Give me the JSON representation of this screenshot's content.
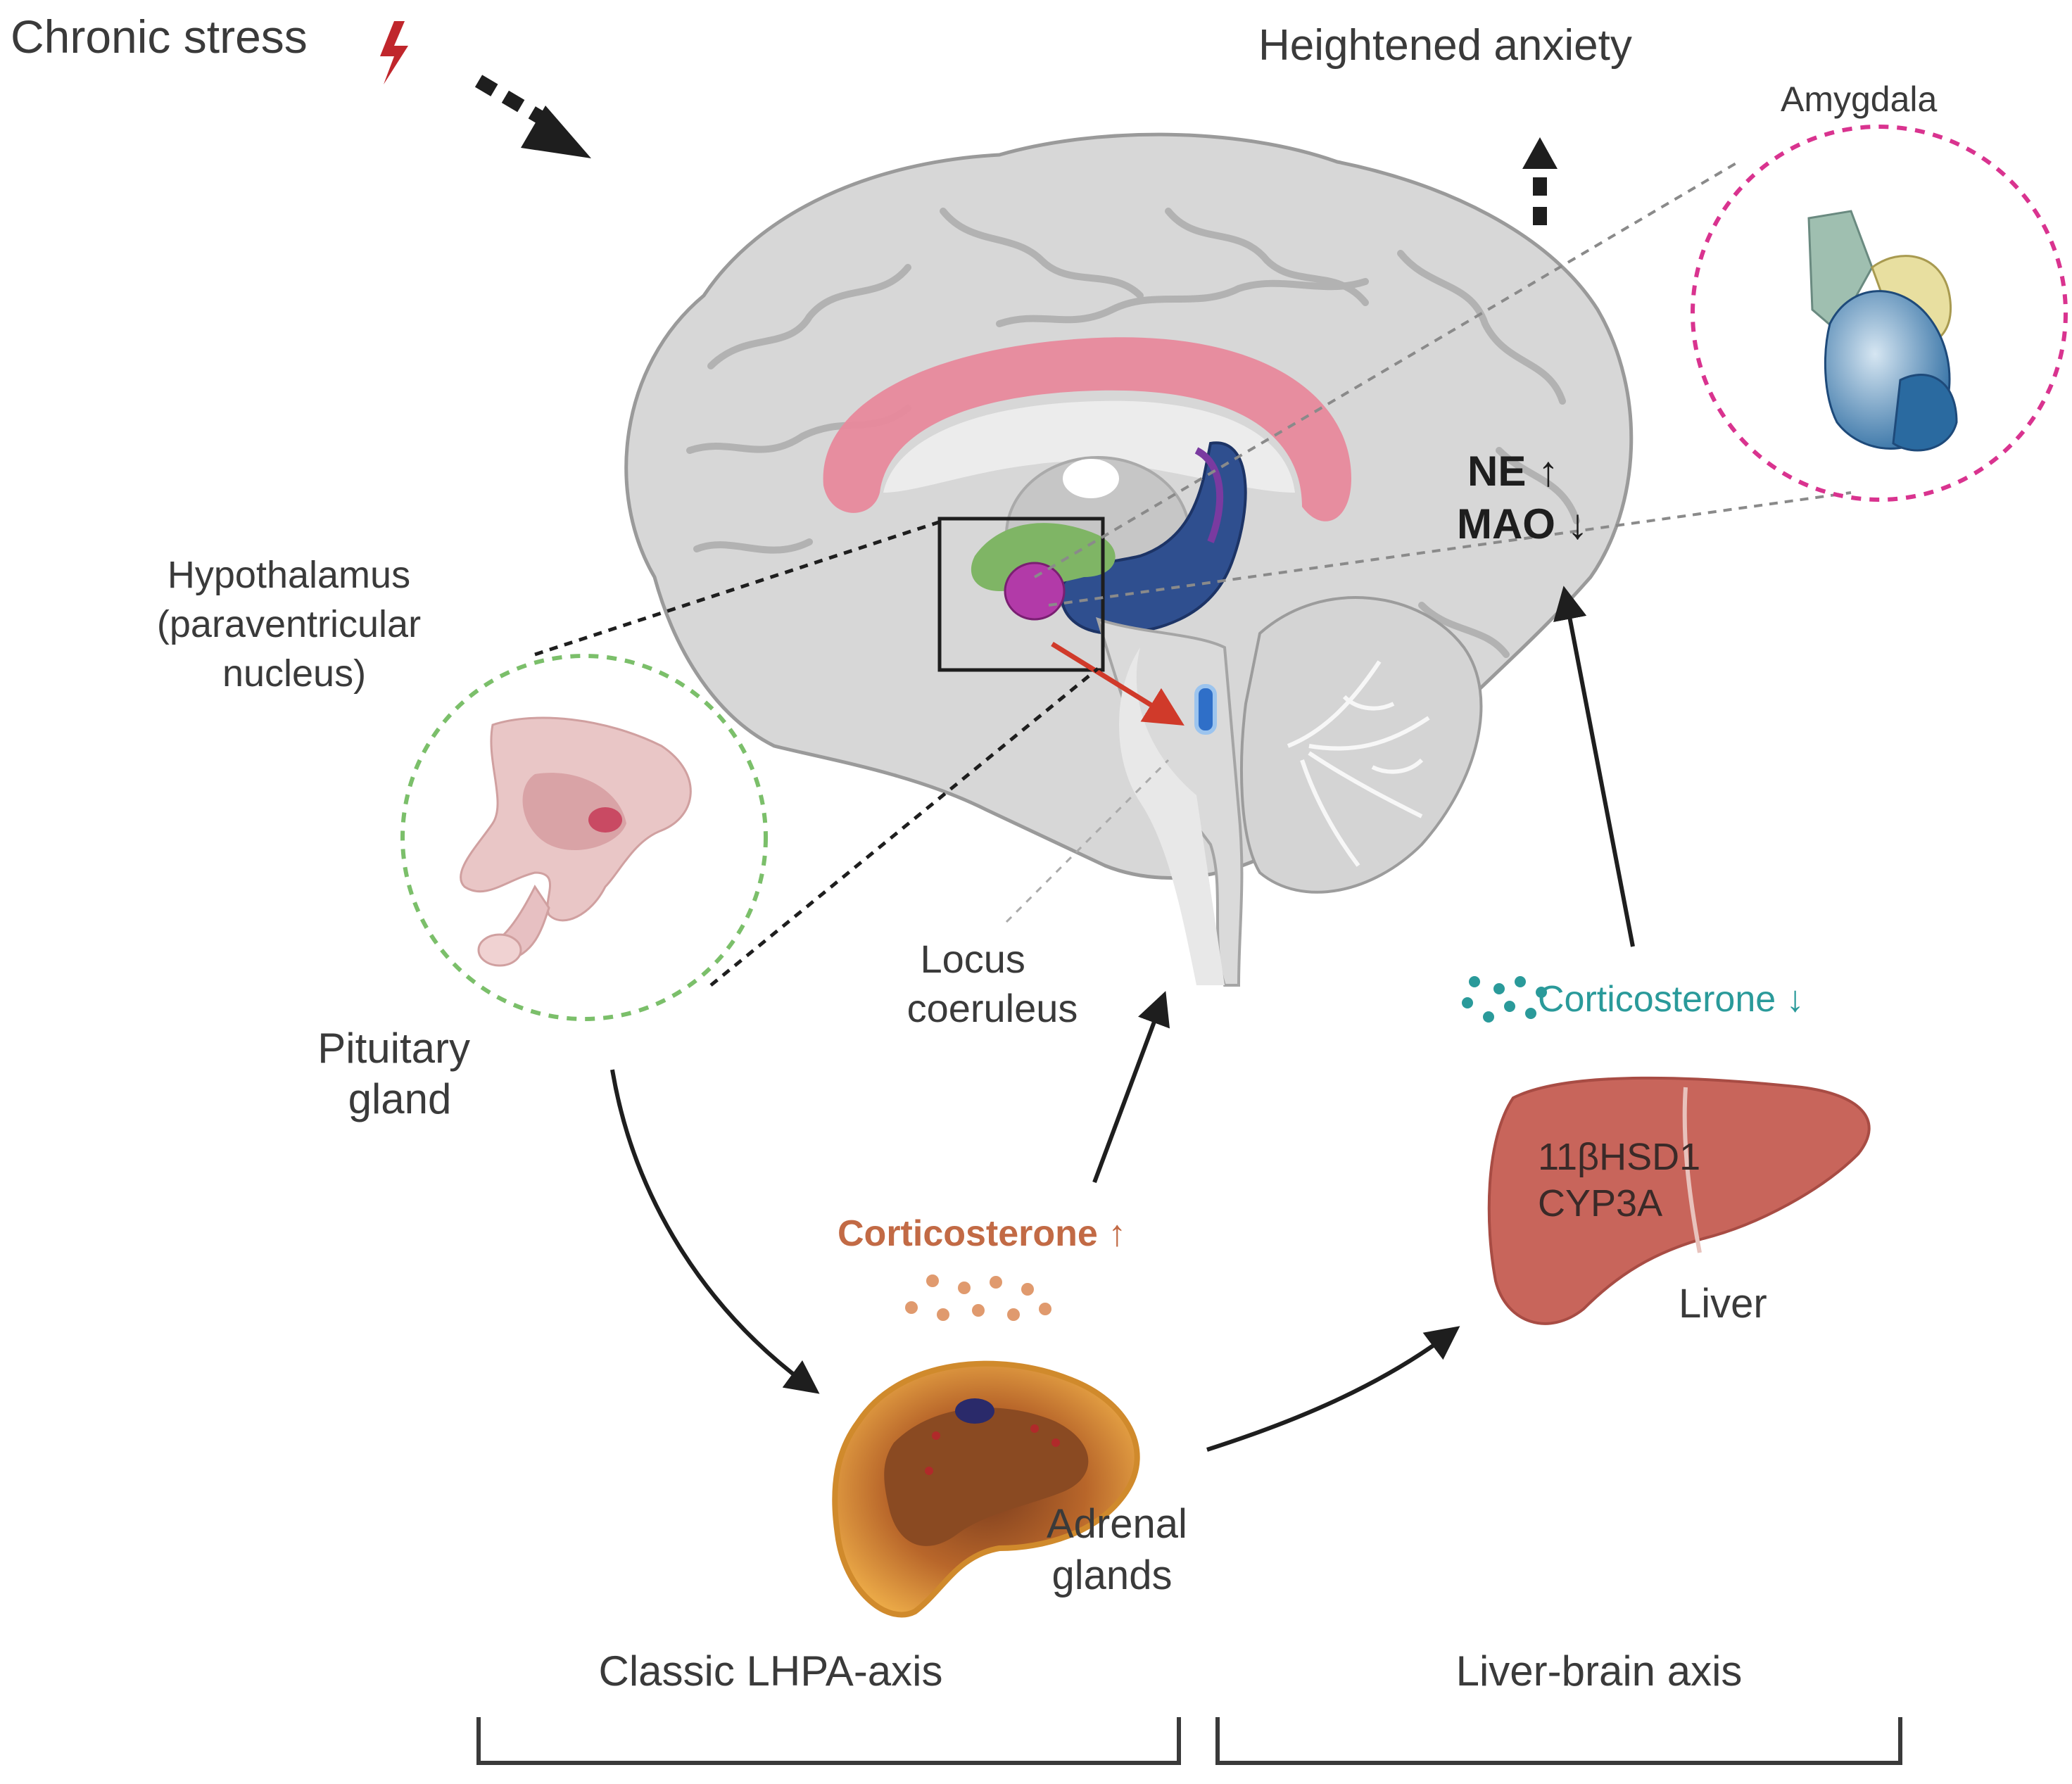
{
  "labels": {
    "chronic_stress": "Chronic stress",
    "heightened_anxiety": "Heightened anxiety",
    "amygdala": "Amygdala",
    "ne": "NE ↑",
    "mao": "MAO ↓",
    "hypothalamus_1": "Hypothalamus",
    "hypothalamus_2": "(paraventricular",
    "hypothalamus_3": "nucleus)",
    "pituitary_1": "Pituitary",
    "pituitary_2": "gland",
    "locus_1": "Locus",
    "locus_2": "coeruleus",
    "cort_up": "Corticosterone ↑",
    "cort_down": "Corticosterone ↓",
    "enzyme_1": "11βHSD1",
    "enzyme_2": "CYP3A",
    "liver": "Liver",
    "adrenal_1": "Adrenal",
    "adrenal_2": "glands",
    "classic_axis": "Classic LHPA-axis",
    "liver_brain_axis": "Liver-brain axis"
  },
  "colors": {
    "text": "#3a3a3a",
    "stress_bolt": "#c0262c",
    "amygdala_ring": "#d9338f",
    "hypothalamus_ring": "#7bbf6a",
    "cort_up": "#c26a45",
    "cort_down": "#2a9a9a",
    "liver": "#c8655b",
    "adrenal": "#e6a03c",
    "corpus_callosum": "#e8899c",
    "hippocampus": "#2f4f8f",
    "locus_marker": "#2f6fc8",
    "arrow_red": "#d03a2a"
  }
}
